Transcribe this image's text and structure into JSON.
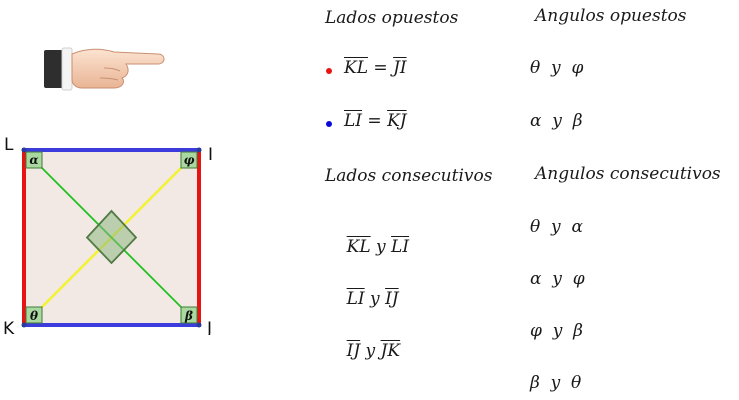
{
  "diagram": {
    "vertices": {
      "L": "L",
      "I": "I",
      "K": "K",
      "J": "J"
    },
    "angles": {
      "top_left": "α",
      "top_right": "φ",
      "bottom_left": "θ",
      "bottom_right": "β"
    },
    "colors": {
      "opposite_vertical_sides": "#e81414",
      "opposite_horizontal_sides": "#3c3cdc",
      "fill": "#f3e9e4",
      "diagonal_KI": "#f2f233",
      "diagonal_LJ": "#22c022",
      "angle_box": "#a9d8a0",
      "center_marker": "#8cb87f"
    },
    "icons": [
      "pointing-hand-icon"
    ]
  },
  "headers": {
    "opposite_sides": "Lados opuestos",
    "opposite_angles": "Angulos opuestos",
    "consecutive_sides": "Lados consecutivos",
    "consecutive_angles": "Angulos consecutivos"
  },
  "opposite_sides": [
    {
      "bullet_color": "#e81414",
      "left": "KL",
      "eq": " = ",
      "right": "JI"
    },
    {
      "bullet_color": "#0a0ad8",
      "left": "LI",
      "eq": " = ",
      "right": "KJ"
    }
  ],
  "opposite_angles": [
    "θ  y  φ",
    "α  y  β"
  ],
  "consecutive_sides": [
    {
      "a": "KL",
      "y": " y ",
      "b": "LI"
    },
    {
      "a": "LI",
      "y": " y ",
      "b": "IJ"
    },
    {
      "a": "IJ",
      "y": " y ",
      "b": "JK"
    }
  ],
  "consecutive_angles": [
    "θ  y  α",
    "α  y  φ",
    "φ  y  β",
    "β  y  θ"
  ]
}
